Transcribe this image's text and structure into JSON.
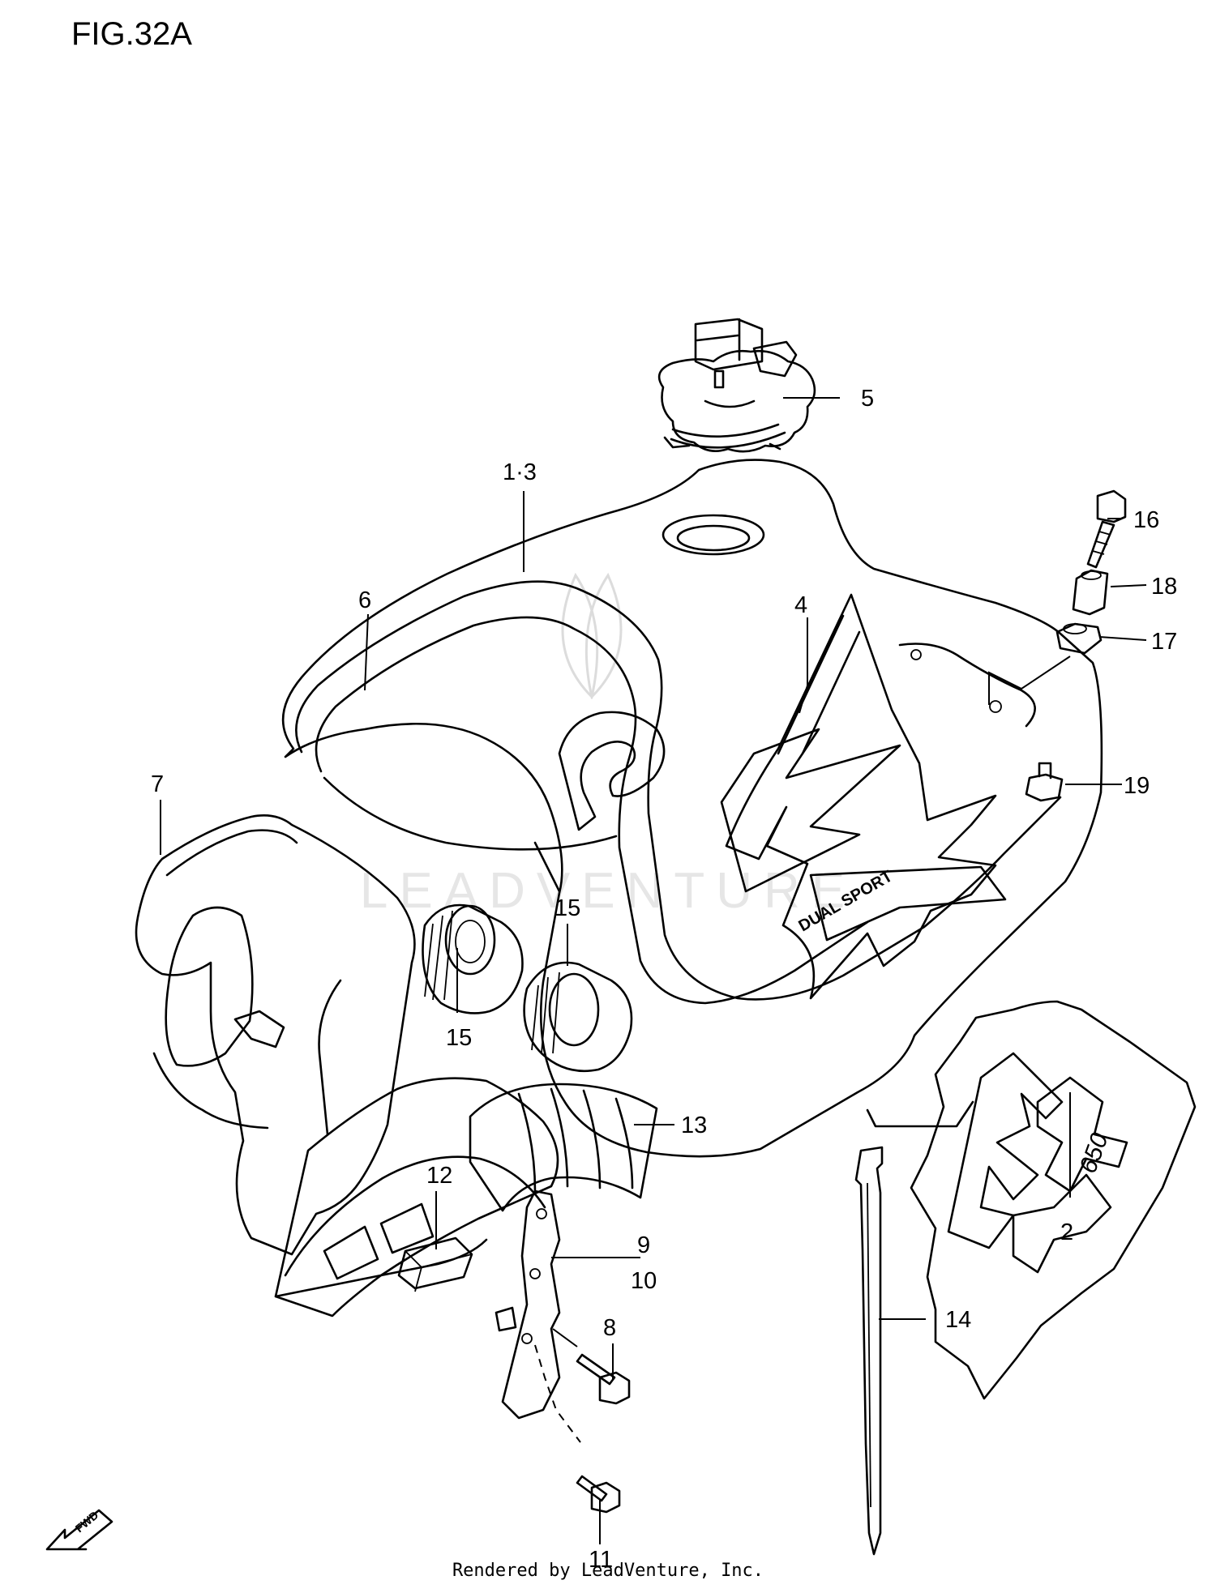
{
  "figure_title": "FIG.32A",
  "footer_credit": "Rendered by LeadVenture, Inc.",
  "watermark_text": "LEADVENTURE",
  "fwd_badge": "FWD",
  "callouts": {
    "c1_3": "1·3",
    "c2": "2",
    "c4": "4",
    "c5": "5",
    "c6": "6",
    "c7": "7",
    "c8": "8",
    "c9": "9",
    "c10": "10",
    "c11": "11",
    "c12": "12",
    "c13": "13",
    "c14": "14",
    "c15a": "15",
    "c15b": "15",
    "c16": "16",
    "c17": "17",
    "c18": "18",
    "c19": "19"
  },
  "decal_text": {
    "dual_sport": "DUAL SPORT",
    "model": "650"
  }
}
